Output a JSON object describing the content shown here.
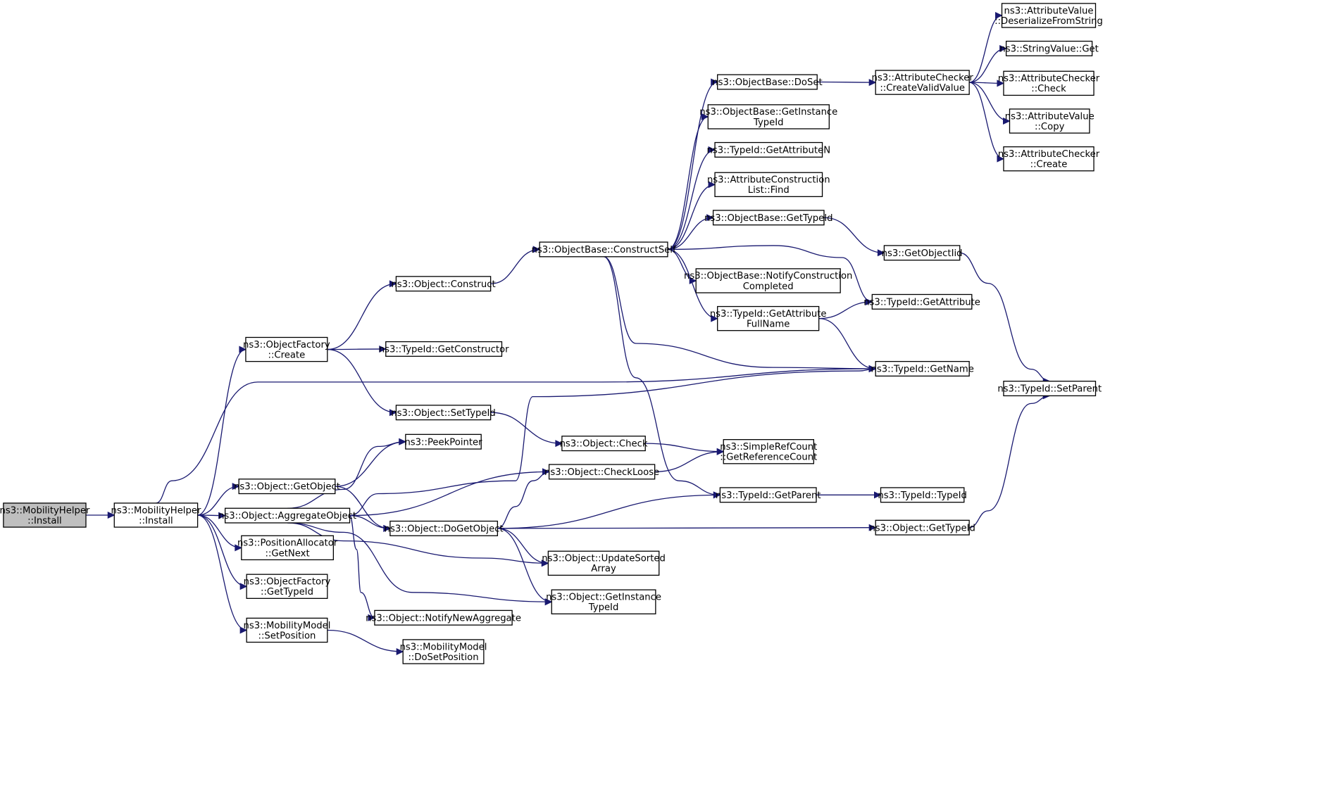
{
  "graph": {
    "kind": "call-graph",
    "edge_color": "#191970",
    "root_fill": "#bfbfbf",
    "nodes": [
      {
        "id": "root",
        "lines": [
          "ns3::MobilityHelper",
          "::Install"
        ]
      },
      {
        "id": "install",
        "lines": [
          "ns3::MobilityHelper",
          "::Install"
        ]
      },
      {
        "id": "of_create",
        "lines": [
          "ns3::ObjectFactory",
          "::Create"
        ]
      },
      {
        "id": "obj_getobject",
        "lines": [
          "ns3::Object::GetObject"
        ]
      },
      {
        "id": "obj_aggregate",
        "lines": [
          "ns3::Object::AggregateObject"
        ]
      },
      {
        "id": "posalloc_getnext",
        "lines": [
          "ns3::PositionAllocator",
          "::GetNext"
        ]
      },
      {
        "id": "of_gettypeid",
        "lines": [
          "ns3::ObjectFactory",
          "::GetTypeId"
        ]
      },
      {
        "id": "mm_setposition",
        "lines": [
          "ns3::MobilityModel",
          "::SetPosition"
        ]
      },
      {
        "id": "obj_construct",
        "lines": [
          "ns3::Object::Construct"
        ]
      },
      {
        "id": "typeid_getconstructor",
        "lines": [
          "ns3::TypeId::GetConstructor"
        ]
      },
      {
        "id": "obj_settypeid",
        "lines": [
          "ns3::Object::SetTypeId"
        ]
      },
      {
        "id": "peekpointer",
        "lines": [
          "ns3::PeekPointer"
        ]
      },
      {
        "id": "obj_dogetobject",
        "lines": [
          "ns3::Object::DoGetObject"
        ]
      },
      {
        "id": "obj_notifynewagg",
        "lines": [
          "ns3::Object::NotifyNewAggregate"
        ]
      },
      {
        "id": "mm_dosetposition",
        "lines": [
          "ns3::MobilityModel",
          "::DoSetPosition"
        ]
      },
      {
        "id": "ob_constructself",
        "lines": [
          "ns3::ObjectBase::ConstructSelf"
        ]
      },
      {
        "id": "obj_check",
        "lines": [
          "ns3::Object::Check"
        ]
      },
      {
        "id": "obj_checkloose",
        "lines": [
          "ns3::Object::CheckLoose"
        ]
      },
      {
        "id": "obj_updatesorted",
        "lines": [
          "ns3::Object::UpdateSorted",
          "Array"
        ]
      },
      {
        "id": "obj_getinstancetypeid",
        "lines": [
          "ns3::Object::GetInstance",
          "TypeId"
        ]
      },
      {
        "id": "ob_doset",
        "lines": [
          "ns3::ObjectBase::DoSet"
        ]
      },
      {
        "id": "ob_getinstancetypeid",
        "lines": [
          "ns3::ObjectBase::GetInstance",
          "TypeId"
        ]
      },
      {
        "id": "typeid_getattributen",
        "lines": [
          "ns3::TypeId::GetAttributeN"
        ]
      },
      {
        "id": "acl_find",
        "lines": [
          "ns3::AttributeConstruction",
          "List::Find"
        ]
      },
      {
        "id": "ob_gettypeid",
        "lines": [
          "ns3::ObjectBase::GetTypeId"
        ]
      },
      {
        "id": "ob_notifyconstruction",
        "lines": [
          "ns3::ObjectBase::NotifyConstruction",
          "Completed"
        ]
      },
      {
        "id": "typeid_getattributefullname",
        "lines": [
          "ns3::TypeId::GetAttribute",
          "FullName"
        ]
      },
      {
        "id": "simplerefcount",
        "lines": [
          "ns3::SimpleRefCount",
          "::GetReferenceCount"
        ]
      },
      {
        "id": "typeid_getparent",
        "lines": [
          "ns3::TypeId::GetParent"
        ]
      },
      {
        "id": "ac_createvalidvalue",
        "lines": [
          "ns3::AttributeChecker",
          "::CreateValidValue"
        ]
      },
      {
        "id": "getobjectiid",
        "lines": [
          "ns3::GetObjectIid"
        ]
      },
      {
        "id": "typeid_getattribute",
        "lines": [
          "ns3::TypeId::GetAttribute"
        ]
      },
      {
        "id": "typeid_getname",
        "lines": [
          "ns3::TypeId::GetName"
        ]
      },
      {
        "id": "typeid_typeid",
        "lines": [
          "ns3::TypeId::TypeId"
        ]
      },
      {
        "id": "obj_gettypeid",
        "lines": [
          "ns3::Object::GetTypeId"
        ]
      },
      {
        "id": "av_deserialize",
        "lines": [
          "ns3::AttributeValue",
          "::DeserializeFromString"
        ]
      },
      {
        "id": "stringvalue_get",
        "lines": [
          "ns3::StringValue::Get"
        ]
      },
      {
        "id": "ac_check",
        "lines": [
          "ns3::AttributeChecker",
          "::Check"
        ]
      },
      {
        "id": "av_copy",
        "lines": [
          "ns3::AttributeValue",
          "::Copy"
        ]
      },
      {
        "id": "ac_create",
        "lines": [
          "ns3::AttributeChecker",
          "::Create"
        ]
      },
      {
        "id": "typeid_setparent",
        "lines": [
          "ns3::TypeId::SetParent"
        ]
      }
    ],
    "edges": [
      [
        "root",
        "install"
      ],
      [
        "install",
        "of_create"
      ],
      [
        "install",
        "typeid_getname"
      ],
      [
        "install",
        "obj_getobject"
      ],
      [
        "install",
        "obj_aggregate"
      ],
      [
        "install",
        "posalloc_getnext"
      ],
      [
        "install",
        "of_gettypeid"
      ],
      [
        "install",
        "mm_setposition"
      ],
      [
        "of_create",
        "obj_construct"
      ],
      [
        "of_create",
        "typeid_getconstructor"
      ],
      [
        "of_create",
        "obj_settypeid"
      ],
      [
        "obj_getobject",
        "peekpointer"
      ],
      [
        "obj_getobject",
        "obj_dogetobject"
      ],
      [
        "obj_aggregate",
        "peekpointer"
      ],
      [
        "obj_aggregate",
        "typeid_getname"
      ],
      [
        "obj_aggregate",
        "obj_checkloose"
      ],
      [
        "obj_aggregate",
        "obj_dogetobject"
      ],
      [
        "obj_aggregate",
        "obj_updatesorted"
      ],
      [
        "obj_aggregate",
        "obj_getinstancetypeid"
      ],
      [
        "obj_aggregate",
        "obj_notifynewagg"
      ],
      [
        "mm_setposition",
        "mm_dosetposition"
      ],
      [
        "obj_construct",
        "ob_constructself"
      ],
      [
        "obj_settypeid",
        "obj_check"
      ],
      [
        "obj_check",
        "simplerefcount"
      ],
      [
        "obj_checkloose",
        "simplerefcount"
      ],
      [
        "obj_dogetobject",
        "obj_checkloose"
      ],
      [
        "obj_dogetobject",
        "typeid_getparent"
      ],
      [
        "obj_dogetobject",
        "obj_gettypeid"
      ],
      [
        "obj_dogetobject",
        "obj_updatesorted"
      ],
      [
        "obj_dogetobject",
        "obj_getinstancetypeid"
      ],
      [
        "ob_constructself",
        "ob_doset"
      ],
      [
        "ob_constructself",
        "ob_getinstancetypeid"
      ],
      [
        "ob_constructself",
        "typeid_getattributen"
      ],
      [
        "ob_constructself",
        "acl_find"
      ],
      [
        "ob_constructself",
        "ob_gettypeid"
      ],
      [
        "ob_constructself",
        "typeid_getattribute"
      ],
      [
        "ob_constructself",
        "ob_notifyconstruction"
      ],
      [
        "ob_constructself",
        "typeid_getattributefullname"
      ],
      [
        "ob_constructself",
        "typeid_getname"
      ],
      [
        "ob_constructself",
        "typeid_getparent"
      ],
      [
        "ob_doset",
        "ac_createvalidvalue"
      ],
      [
        "ob_gettypeid",
        "getobjectiid"
      ],
      [
        "typeid_getattributefullname",
        "typeid_getattribute"
      ],
      [
        "typeid_getattributefullname",
        "typeid_getname"
      ],
      [
        "typeid_getparent",
        "typeid_typeid"
      ],
      [
        "obj_gettypeid",
        "typeid_setparent"
      ],
      [
        "getobjectiid",
        "typeid_setparent"
      ],
      [
        "ac_createvalidvalue",
        "av_deserialize"
      ],
      [
        "ac_createvalidvalue",
        "stringvalue_get"
      ],
      [
        "ac_createvalidvalue",
        "ac_check"
      ],
      [
        "ac_createvalidvalue",
        "av_copy"
      ],
      [
        "ac_createvalidvalue",
        "ac_create"
      ]
    ]
  }
}
